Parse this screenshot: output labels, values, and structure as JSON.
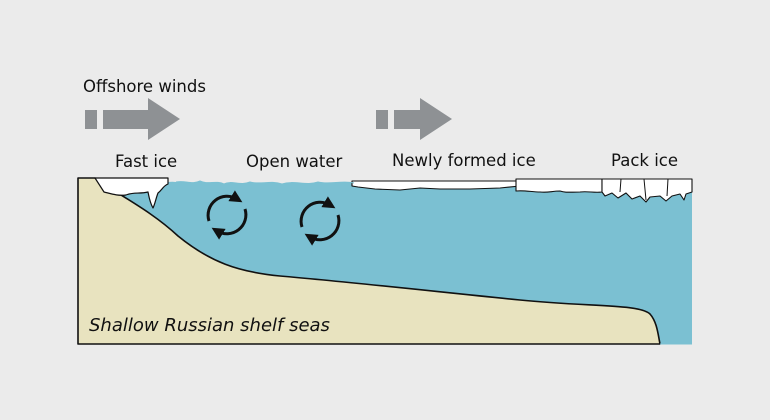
{
  "labels": {
    "winds": "Offshore winds",
    "fast_ice": "Fast ice",
    "open_water": "Open water",
    "newly_formed_ice": "Newly formed ice",
    "pack_ice": "Pack ice",
    "shelf": "Shallow Russian shelf seas"
  },
  "colors": {
    "background": "#ebebeb",
    "water": "#7bc0d2",
    "seabed": "#e8e3bf",
    "ice": "#ffffff",
    "arrow": "#8e9194",
    "outline": "#111111"
  }
}
